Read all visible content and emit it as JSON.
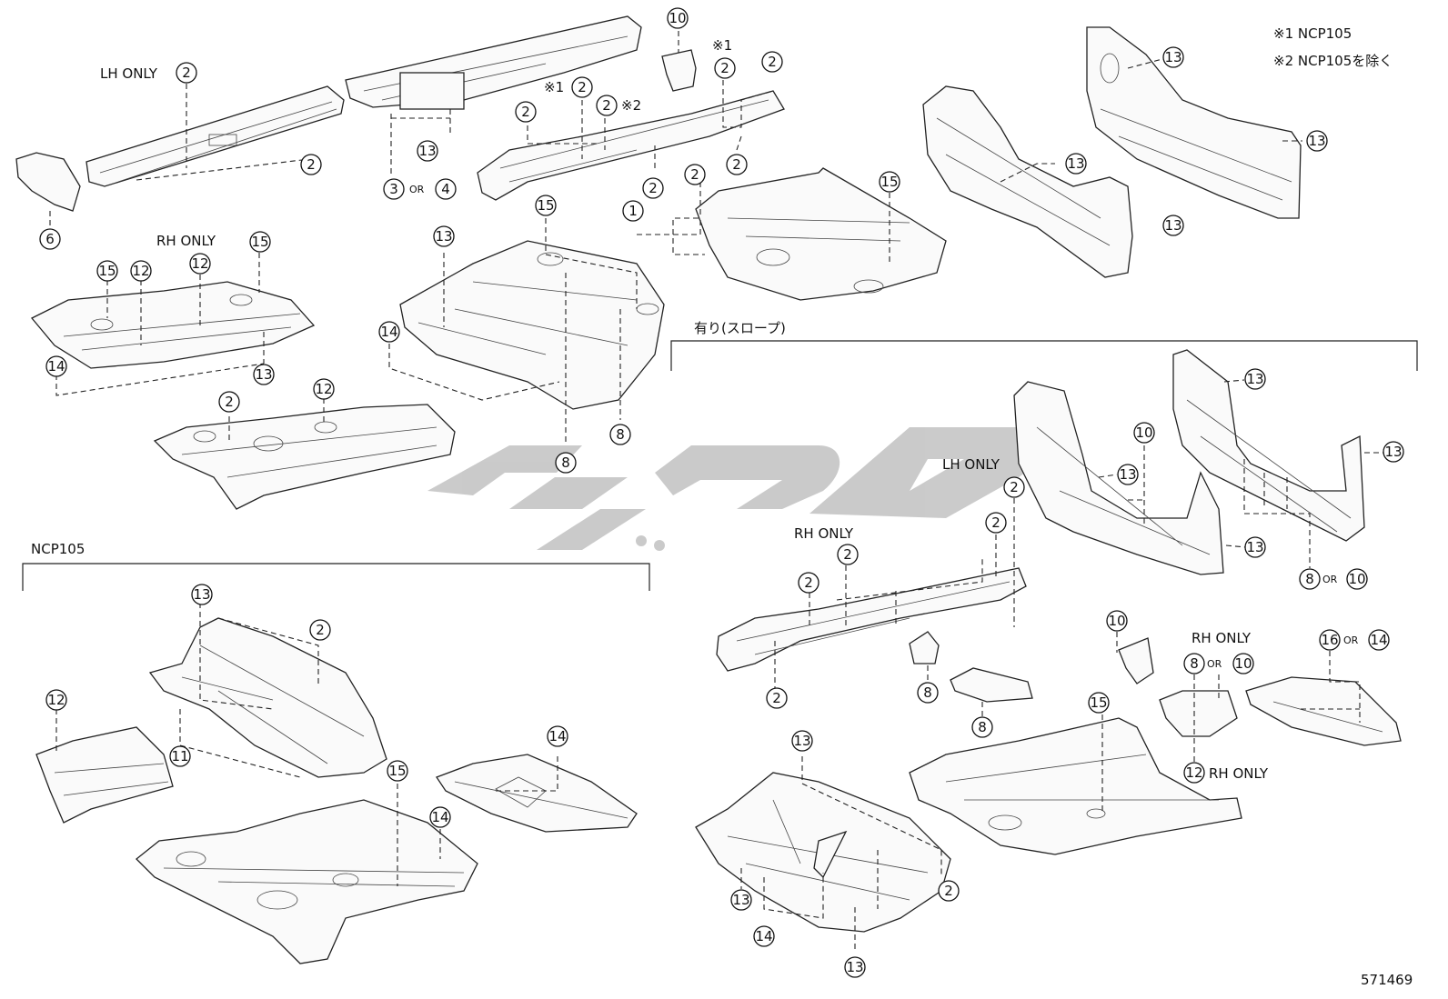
{
  "notes": {
    "note1": "※1 NCP105",
    "note2": "※2 NCP105を除く"
  },
  "labels": {
    "lh_only_top": "LH ONLY",
    "rh_only_left": "RH ONLY",
    "ncp105": "NCP105",
    "slope": "有り(スロープ)",
    "lh_only_right": "LH ONLY",
    "rh_only_mid": "RH ONLY",
    "rh_only_right": "RH ONLY",
    "rh_only_bottom": "RH ONLY",
    "or1": "OR",
    "or2": "OR",
    "or3": "OR",
    "or4": "OR",
    "mark1a": "※1",
    "mark1b": "※1",
    "mark2": "※2"
  },
  "diagram_id": "571469",
  "callouts": [
    "1",
    "2",
    "3",
    "4",
    "6",
    "8",
    "10",
    "11",
    "12",
    "13",
    "14",
    "15",
    "16"
  ],
  "colors": {
    "line": "#222222",
    "watermark": "#c8c8c8"
  }
}
